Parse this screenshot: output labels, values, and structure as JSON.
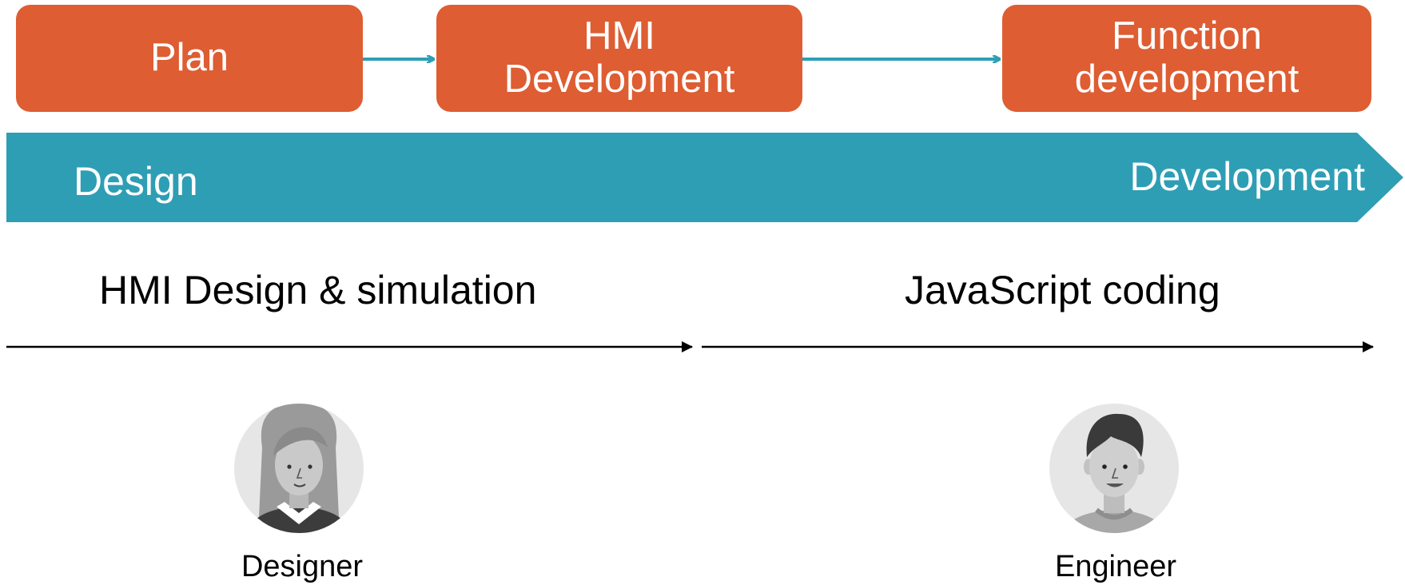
{
  "colors": {
    "stage": "#DE5D33",
    "banner": "#2E9EB5",
    "connector": "#2E9EB5",
    "timeline": "#000000"
  },
  "stages": [
    {
      "label": "Plan"
    },
    {
      "label": "HMI\nDevelopment"
    },
    {
      "label": "Function\ndevelopment"
    }
  ],
  "banner": {
    "start_label": "Design",
    "end_label": "Development"
  },
  "activities": [
    {
      "label": "HMI Design & simulation"
    },
    {
      "label": "JavaScript coding"
    }
  ],
  "roles": [
    {
      "label": "Designer",
      "icon": "designer-avatar-icon"
    },
    {
      "label": "Engineer",
      "icon": "engineer-avatar-icon"
    }
  ]
}
